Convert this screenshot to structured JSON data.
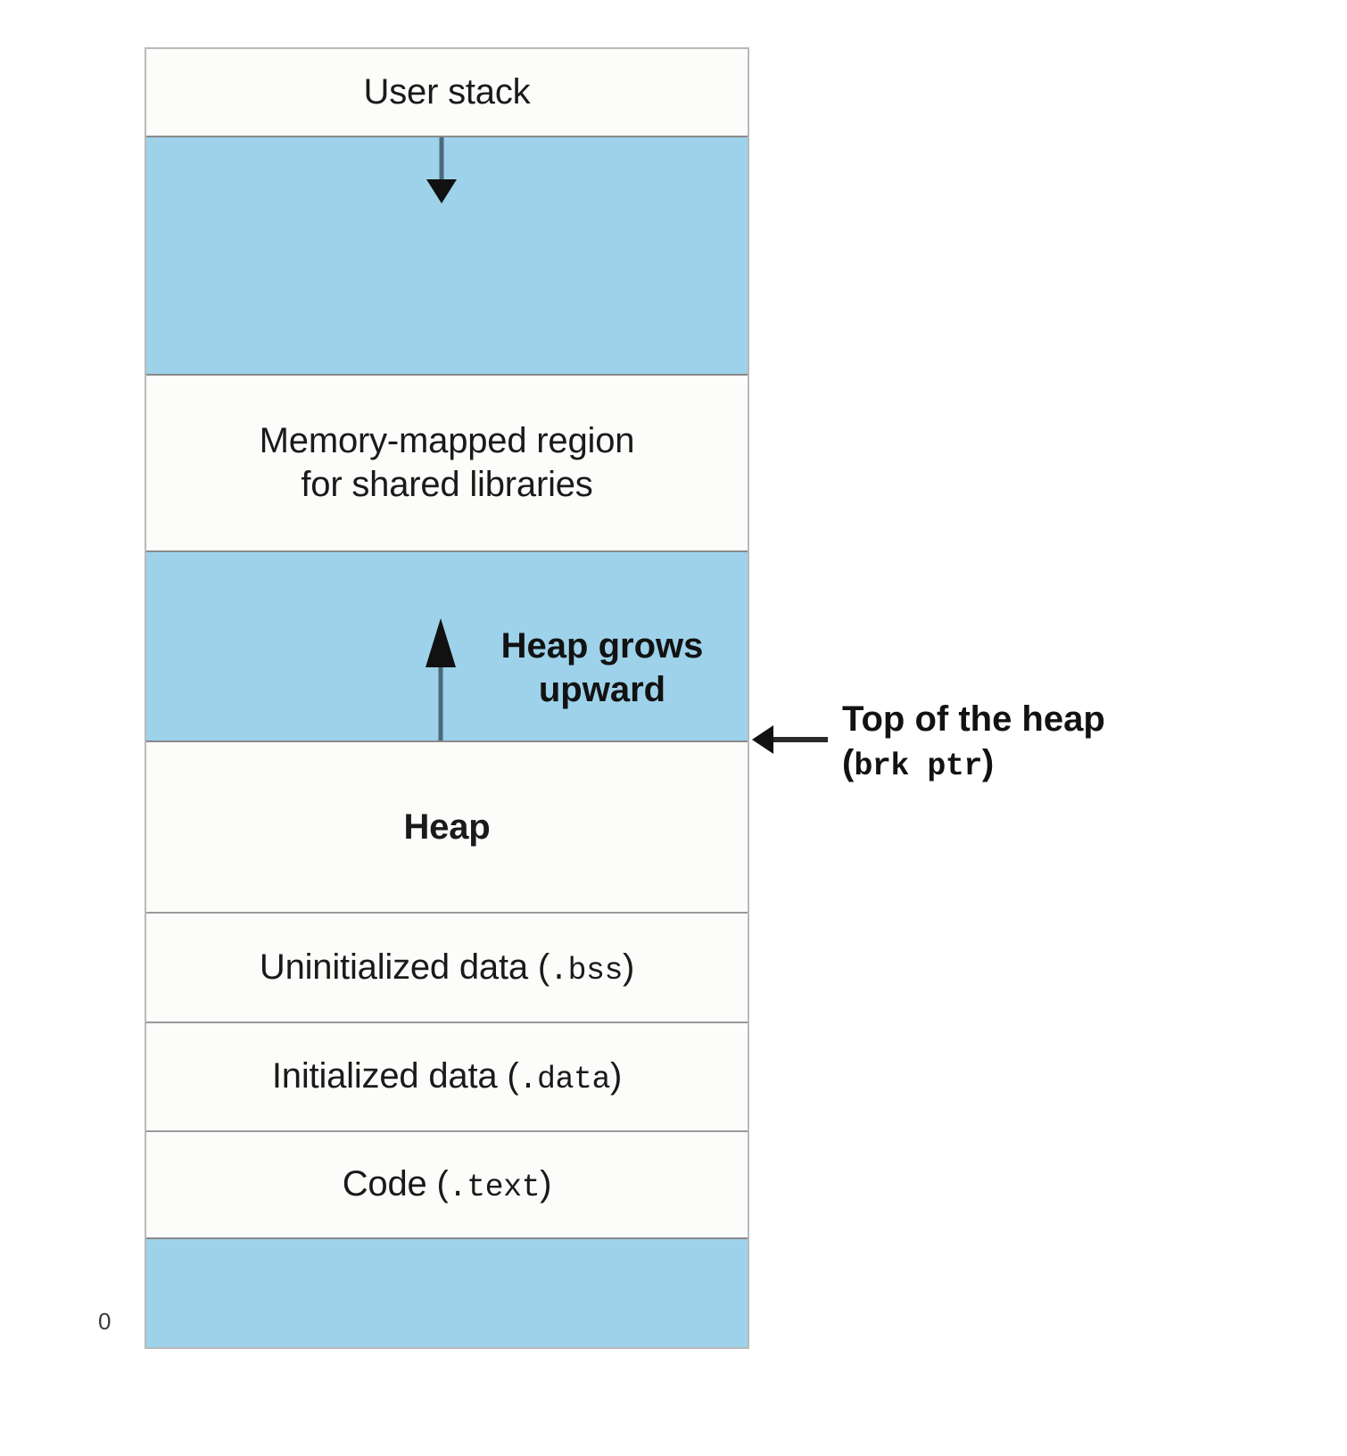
{
  "diagram": {
    "title_semantic": "process-virtual-address-space",
    "zero_label": "0",
    "colors": {
      "blue_fill": "#9dd2ea",
      "white_fill": "#fcfcfa",
      "border": "#8a8a8a",
      "text": "#121212"
    },
    "segments": [
      {
        "id": "user-stack",
        "label": "User stack",
        "fill": "white",
        "bold": false,
        "mono_part": ""
      },
      {
        "id": "stack-gap",
        "label": "",
        "fill": "blue",
        "bold": false,
        "mono_part": ""
      },
      {
        "id": "memory-mapped",
        "label": "Memory-mapped region\nfor shared libraries",
        "fill": "white",
        "bold": false,
        "mono_part": ""
      },
      {
        "id": "heap-gap",
        "label": "",
        "fill": "blue",
        "bold": false,
        "mono_part": ""
      },
      {
        "id": "heap",
        "label": "Heap",
        "fill": "white",
        "bold": true,
        "mono_part": ""
      },
      {
        "id": "uninitialized-data",
        "label": "Uninitialized data (",
        "fill": "white",
        "bold": false,
        "mono_part": ".bss",
        "label_tail": ")"
      },
      {
        "id": "initialized-data",
        "label": "Initialized data (",
        "fill": "white",
        "bold": false,
        "mono_part": ".data",
        "label_tail": ")"
      },
      {
        "id": "code-text",
        "label": "Code (",
        "fill": "white",
        "bold": false,
        "mono_part": ".text",
        "label_tail": ")"
      },
      {
        "id": "reserved-low",
        "label": "",
        "fill": "blue",
        "bold": false,
        "mono_part": ""
      }
    ],
    "annotations": {
      "stack_arrow": {
        "id": "stack-grows-down-arrow",
        "direction": "down",
        "label": ""
      },
      "heap_arrow": {
        "id": "heap-grows-up-arrow",
        "direction": "up",
        "label": "Heap grows\nupward"
      },
      "brk_callout": {
        "id": "top-of-heap-callout",
        "line1": "Top of the heap",
        "line2_prefix": "(",
        "line2_mono": "brk ptr",
        "line2_suffix": ")",
        "arrow_direction": "left"
      }
    }
  }
}
